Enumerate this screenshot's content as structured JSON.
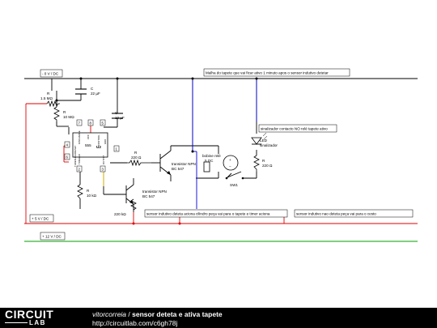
{
  "colors": {
    "black_wire": "#000000",
    "red_wire": "#e00000",
    "blue_wire": "#0000d0",
    "green_wire": "#00a000",
    "footer_bg": "#000000"
  },
  "rails": {
    "gnd": "- 0 V / DC",
    "v5": "+ 5 V / DC",
    "v12": "+ 12 V / DC"
  },
  "notes": {
    "carpet": "Malha do tapete que vai ficar ativo 1 minuto apos o sensor indutivo detetar",
    "indicator": "sinalizador contacto NO relé tapete ativo",
    "sensor_cyl": "sensor indutivo deteta aciona cilindro peça vai para o tapete e timer aciona",
    "sensor_not": "sensor indutivo nao deteta peça vai para o cesto"
  },
  "components": {
    "r1": {
      "name": "R",
      "value": "1.5 MΩ"
    },
    "c1": {
      "name": "C",
      "value": "22 µF"
    },
    "r2": {
      "name": "R",
      "value": "10 MΩ"
    },
    "c2": {
      "name": "C",
      "value": "10 µF"
    },
    "u2": {
      "chip": "555",
      "name": "U2",
      "pins": [
        "7",
        "8",
        "4",
        "6",
        "1",
        "2",
        "3",
        "5"
      ],
      "pin_labels": [
        "DISCHARGE",
        "VCC",
        "RESET",
        "THRESHOLD",
        "GND",
        "TRIGGER",
        "OUTPUT",
        "CONTROL"
      ]
    },
    "r3": {
      "name": "R",
      "value": "220 Ω"
    },
    "q1": {
      "name": "transistor NPN",
      "value": "BC 547"
    },
    "relay": {
      "name": "bobine relé",
      "value": "5 DC"
    },
    "sw1": {
      "name": "SW1"
    },
    "led": {
      "name": "LED",
      "value": "sinalizador"
    },
    "r4": {
      "name": "R",
      "value": "220 Ω"
    },
    "r5": {
      "name": "R",
      "value": "10 kΩ"
    },
    "q2": {
      "name": "transistor NPN",
      "value": "BC 547"
    },
    "r6": {
      "value": "220 kΩ"
    }
  },
  "footer": {
    "logo_top": "CIRCUIT",
    "logo_bottom": "LAB",
    "author": "vitorcorreia",
    "separator": " / ",
    "project": "sensor deteta e ativa tapete",
    "url": "http://circuitlab.com/c6gh78j"
  }
}
